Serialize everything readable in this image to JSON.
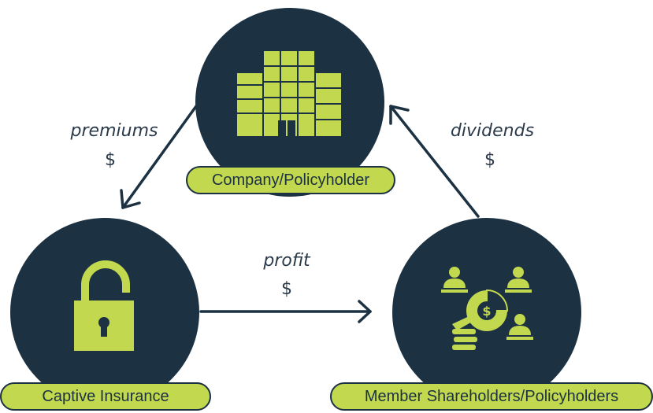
{
  "colors": {
    "navy": "#1c3142",
    "lime": "#c2d84e",
    "text": "#2b3a4a"
  },
  "nodes": {
    "company": {
      "label": "Company/Policyholder",
      "icon": "office-building-icon"
    },
    "captive": {
      "label": "Captive Insurance",
      "icon": "open-padlock-icon"
    },
    "members": {
      "label": "Member Shareholders/Policyholders",
      "icon": "shareholders-pie-chart-icon"
    }
  },
  "flows": {
    "premiums": {
      "label": "premiums",
      "symbol": "$"
    },
    "profit": {
      "label": "profit",
      "symbol": "$"
    },
    "dividends": {
      "label": "dividends",
      "symbol": "$"
    }
  }
}
